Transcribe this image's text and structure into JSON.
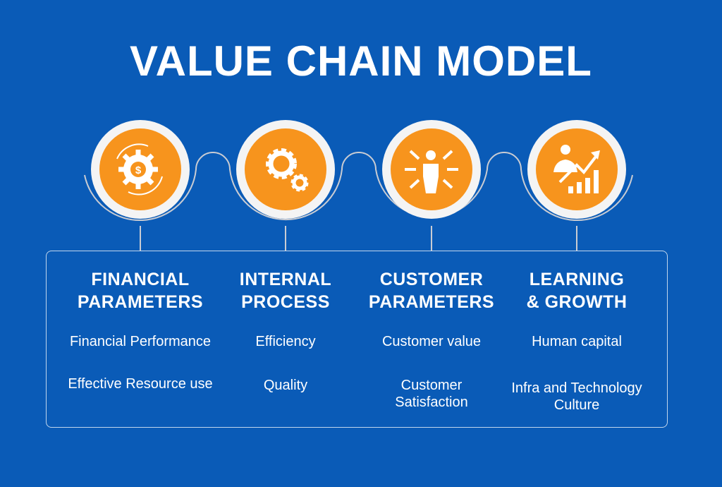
{
  "title": "VALUE CHAIN MODEL",
  "colors": {
    "background": "#0a5bb7",
    "accent": "#f7941d",
    "ring": "#f4f4f4"
  },
  "columns": [
    {
      "icon": "gear-dollar-cycle-icon",
      "heading_line1": "FINANCIAL",
      "heading_line2": "PARAMETERS",
      "item1": "Financial Performance",
      "item2": "Effective Resource use"
    },
    {
      "icon": "gears-icon",
      "heading_line1": "INTERNAL",
      "heading_line2": "PROCESS",
      "item1": "Efficiency",
      "item2": "Quality"
    },
    {
      "icon": "customer-focus-icon",
      "heading_line1": "CUSTOMER",
      "heading_line2": "PARAMETERS",
      "item1": "Customer value",
      "item2": "Customer Satisfaction"
    },
    {
      "icon": "growth-chart-person-icon",
      "heading_line1": "LEARNING",
      "heading_line2": "& GROWTH",
      "item1": "Human capital",
      "item2": "Infra and Technology Culture"
    }
  ]
}
